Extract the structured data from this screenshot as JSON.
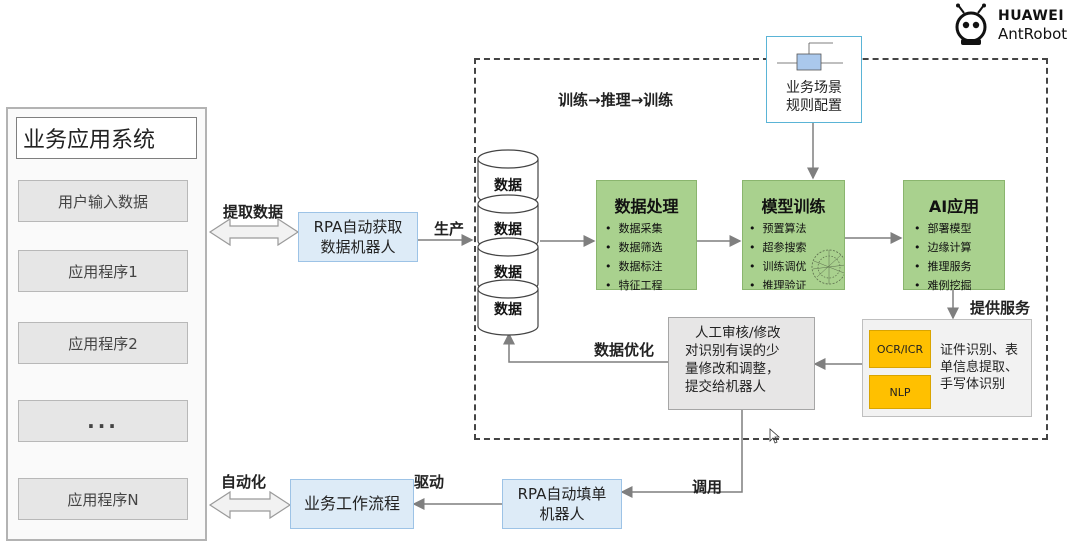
{
  "brand": {
    "line1": "HUAWEI",
    "line2": "AntRobot"
  },
  "left_system": {
    "title": "业务应用系统",
    "apps": [
      "用户输入数据",
      "应用程序1",
      "应用程序2",
      "...",
      "应用程序N"
    ]
  },
  "labels": {
    "extract": "提取数据",
    "produce": "生产",
    "automation": "自动化",
    "drive": "驱动",
    "invoke": "调用",
    "data_optimize": "数据优化",
    "provide_service": "提供服务",
    "loop": "训练→推理→训练"
  },
  "rpa_extract": {
    "line1": "RPA自动获取",
    "line2": "数据机器人"
  },
  "rpa_fill": {
    "line1": "RPA自动填单",
    "line2": "机器人"
  },
  "workflow": "业务工作流程",
  "data_stack": [
    "数据",
    "数据",
    "数据",
    "数据"
  ],
  "scenario": {
    "line1": "业务场景",
    "line2": "规则配置"
  },
  "data_processing": {
    "title": "数据处理",
    "items": [
      "数据采集",
      "数据筛选",
      "数据标注",
      "特征工程"
    ]
  },
  "model_training": {
    "title": "模型训练",
    "items": [
      "预置算法",
      "超参搜索",
      "训练调优",
      "推理验证"
    ]
  },
  "ai_app": {
    "title": "AI应用",
    "items": [
      "部署模型",
      "边缘计算",
      "推理服务",
      "难例挖掘"
    ]
  },
  "review": {
    "lines": [
      "人工审核/修改",
      "对识别有误的少",
      "量修改和调整，",
      "提交给机器人"
    ]
  },
  "service": {
    "ocr": "OCR/ICR",
    "nlp": "NLP",
    "desc": [
      "证件识别、表",
      "单信息提取、",
      "手写体识别"
    ]
  },
  "colors": {
    "green": "#a9d18e",
    "blue_fill": "#ddebf7",
    "orange": "#ffc000",
    "grey_box": "#e6e6e6"
  }
}
